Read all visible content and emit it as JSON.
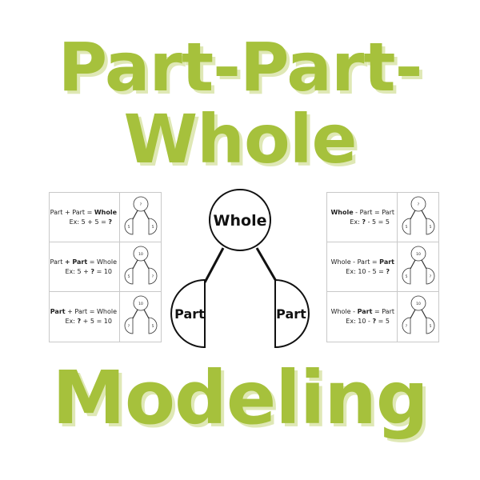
{
  "title": {
    "line1": "Part-Part-",
    "line2": "Whole",
    "line3": "Modeling"
  },
  "diagram": {
    "whole_label": "Whole",
    "part_left_label": "Part",
    "part_right_label": "Part"
  },
  "left_card": [
    {
      "seg": [
        "Part",
        " + Part = ",
        "Whole"
      ],
      "bold": [
        false,
        false,
        true
      ],
      "example": [
        "Ex: 5 + 5 = ",
        "?"
      ],
      "mini": {
        "top": "?",
        "left": "5",
        "right": "5"
      }
    },
    {
      "seg": [
        "Part ",
        "+ Part",
        " = Whole"
      ],
      "bold": [
        false,
        true,
        false
      ],
      "example": [
        "Ex: 5 + ",
        "?",
        " = 10"
      ],
      "mini": {
        "top": "10",
        "left": "5",
        "right": "?"
      }
    },
    {
      "seg": [
        "Part",
        " + Part = Whole"
      ],
      "bold": [
        true,
        false
      ],
      "example": [
        "Ex: ",
        "?",
        " + 5 = 10"
      ],
      "mini": {
        "top": "10",
        "left": "?",
        "right": "5"
      }
    }
  ],
  "right_card": [
    {
      "seg": [
        "Whole",
        " - Part = Part"
      ],
      "bold": [
        true,
        false
      ],
      "example": [
        "Ex: ",
        "?",
        " - 5 = 5"
      ],
      "mini": {
        "top": "?",
        "left": "5",
        "right": "5"
      }
    },
    {
      "seg": [
        "Whole - Part = ",
        "Part"
      ],
      "bold": [
        false,
        true
      ],
      "example": [
        "Ex: 10 - 5 = ",
        "?"
      ],
      "mini": {
        "top": "10",
        "left": "5",
        "right": "?"
      }
    },
    {
      "seg": [
        "Whole - ",
        "Part",
        " = Part"
      ],
      "bold": [
        false,
        true,
        false
      ],
      "example": [
        "Ex: 10 - ",
        "?",
        " = 5"
      ],
      "mini": {
        "top": "10",
        "left": "?",
        "right": "5"
      }
    }
  ],
  "colors": {
    "title": "#a6c13c",
    "title_shadow": "#dfe8b5",
    "stroke": "#111111",
    "border": "#c9c9c9"
  }
}
